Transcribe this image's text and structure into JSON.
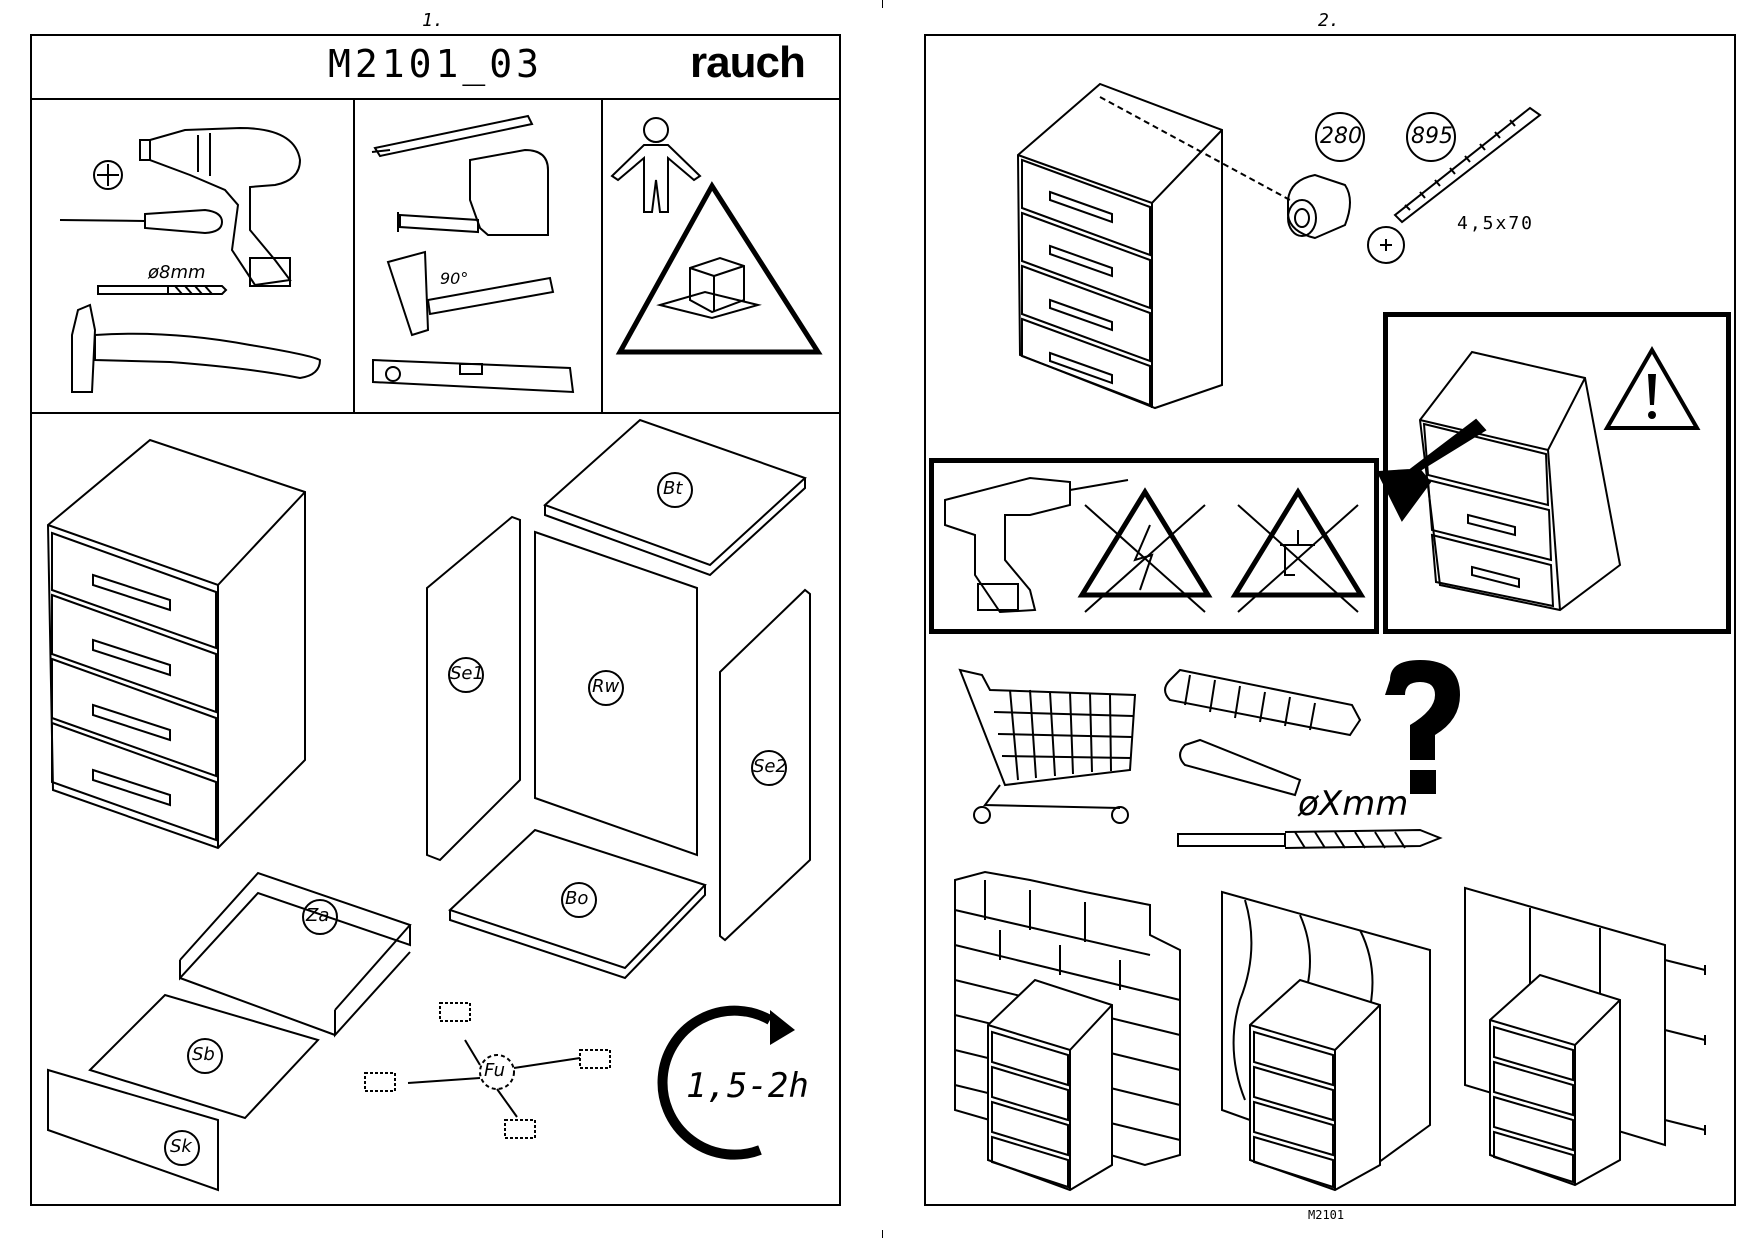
{
  "page1": {
    "page_number": "1.",
    "model_code": "M2101_03",
    "brand": "rauch",
    "tools": {
      "drill_bit_label": "ø8mm",
      "square_angle": "90°"
    },
    "parts": {
      "bt": "Bt",
      "se1": "Se1",
      "rw": "Rw",
      "se2": "Se2",
      "za": "Za",
      "bo": "Bo",
      "sb": "Sb",
      "sk": "Sk",
      "fu": "Fu"
    },
    "assembly_time": "1,5-2h"
  },
  "page2": {
    "page_number": "2.",
    "fitting_280": "280",
    "fitting_895": "895",
    "screw_size": "4,5x70",
    "drill_bit_label": "øXmm",
    "footer_code": "M2101"
  },
  "icons": [
    "cordless-drill-icon",
    "screwdriver-icon",
    "hammer-icon",
    "pencil-icon",
    "tape-measure-icon",
    "square-icon",
    "spirit-level-icon",
    "person-icon",
    "warning-triangle-icon",
    "shopping-cart-icon",
    "wall-plug-icon",
    "question-mark-icon",
    "tip-over-warning-icon",
    "electric-hazard-icon",
    "water-pipe-hazard-icon"
  ]
}
